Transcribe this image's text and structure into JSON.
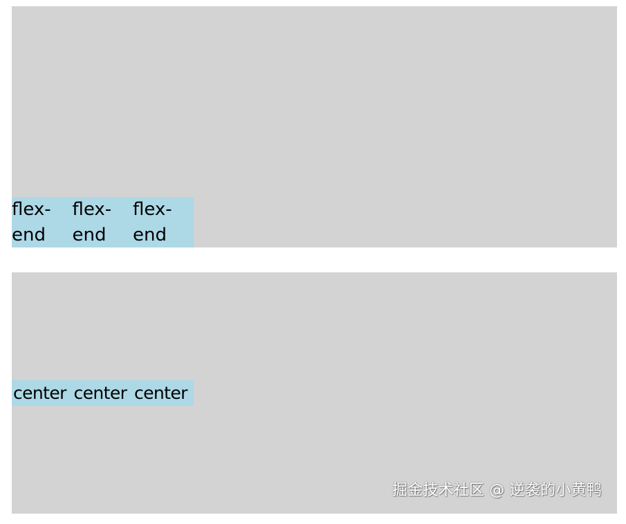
{
  "boxes": [
    {
      "items": [
        "flex-end",
        "flex-end",
        "flex-end"
      ],
      "colors": {
        "container": "#d3d3d3",
        "item": "#add8e6"
      }
    },
    {
      "items": [
        "center",
        "center",
        "center"
      ],
      "colors": {
        "container": "#d3d3d3",
        "item": "#add8e6"
      }
    }
  ],
  "watermark": "掘金技术社区 @ 逆袭的小黄鸭"
}
